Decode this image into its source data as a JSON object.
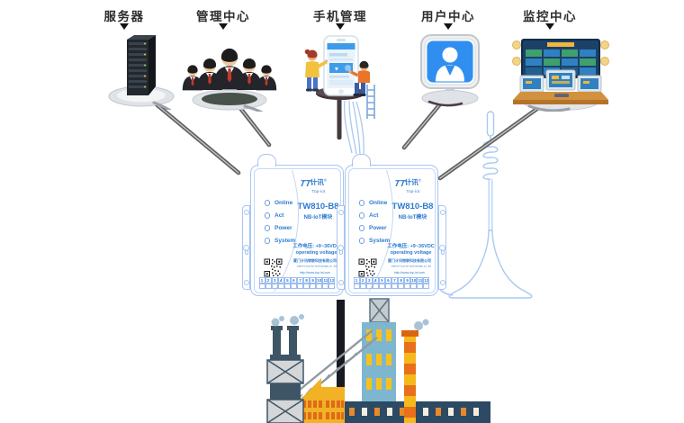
{
  "nodes": [
    {
      "id": "server",
      "label": "服务器"
    },
    {
      "id": "management-center",
      "label": "管理中心"
    },
    {
      "id": "phone-management",
      "label": "手机管理"
    },
    {
      "id": "user-center",
      "label": "用户中心"
    },
    {
      "id": "monitoring-center",
      "label": "监控中心"
    }
  ],
  "device": {
    "brand_mark": "TT",
    "brand_cn": "计讯",
    "reg_mark": "®",
    "brand_en": "Top-iot",
    "model": "TW810-B8",
    "product_type": "NB-IoT模块",
    "leds": [
      "Online",
      "Act",
      "Power",
      "System"
    ],
    "voltage_cn": "工作电压: +9~36VDC",
    "voltage_en": "operating voltage",
    "company_cn": "厦门计讯物联科技有限公司",
    "company_en": "xiamen top-iot technology co.,ltd",
    "website": "http://www.top-iot.com",
    "pins": [
      "1",
      "2",
      "3",
      "4",
      "5",
      "6",
      "7",
      "8",
      "9",
      "10",
      "11",
      "12"
    ]
  },
  "colors": {
    "device_accent": "#2e7bd0",
    "device_outline": "#a9c6ef",
    "wire_blue": "#a9c8f2",
    "cable_gray": "#5f5f5f",
    "label_text": "#2d2d2d"
  }
}
